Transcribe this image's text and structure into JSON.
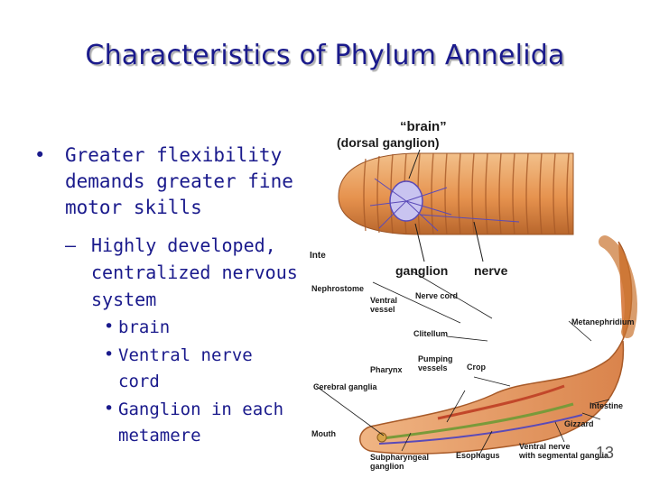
{
  "slide": {
    "title": "Characteristics of Phylum Annelida",
    "bullet_1": "Greater flexibility demands greater fine motor skills",
    "bullet_1_1": "Highly developed, centralized nervous system",
    "bullet_1_1_items": [
      "brain",
      "Ventral nerve cord",
      "Ganglion in each metamere"
    ],
    "page_number": "13"
  },
  "figure": {
    "labels": {
      "brain": "“brain”",
      "dorsal_ganglion": "(dorsal ganglion)",
      "ganglion": "ganglion",
      "nerve": "nerve",
      "inte": "Inte",
      "nephrostome": "Nephrostome",
      "ventral_vessel_1": "Ventral",
      "ventral_vessel_2": "vessel",
      "nerve_cord": "Nerve cord",
      "metanephridium": "Metanephridium",
      "clitellum": "Clitellum",
      "pumping_vessels_1": "Pumping",
      "pumping_vessels_2": "vessels",
      "pharynx": "Pharynx",
      "crop": "Crop",
      "cerebral_ganglia": "Cerebral ganglia",
      "intestine": "Intestine",
      "gizzard": "Gizzard",
      "mouth": "Mouth",
      "subpharyngeal_1": "Subpharyngeal",
      "subpharyngeal_2": "ganglion",
      "esophagus": "Esophagus",
      "ventral_nerve_1": "Ventral nerve",
      "ventral_nerve_2": "with segmental ganglia"
    }
  },
  "colors": {
    "title": "#1a1a8c",
    "text": "#1a1a8c",
    "worm_body": "#e69a5a",
    "worm_dark": "#b8662c",
    "nerve": "#6a5acd"
  }
}
